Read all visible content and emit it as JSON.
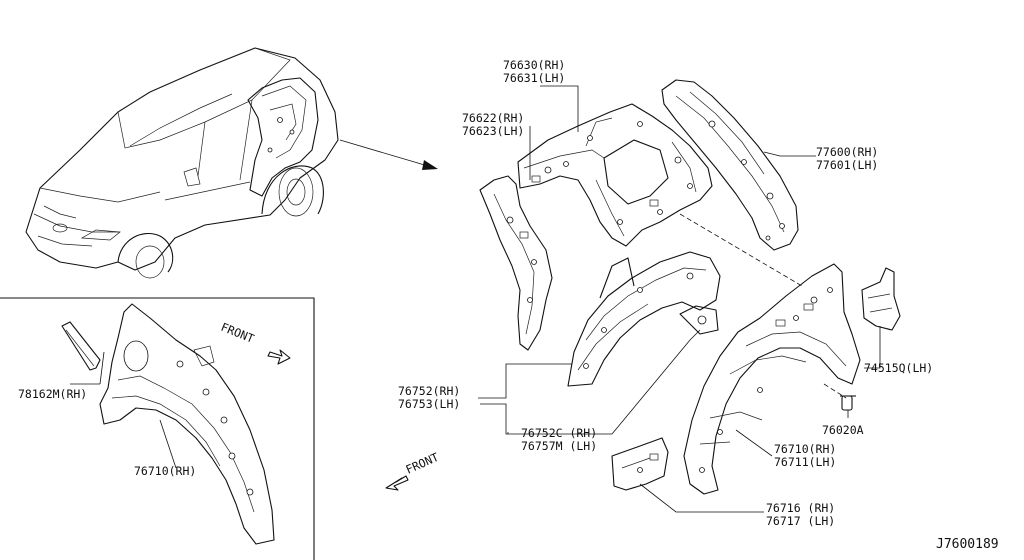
{
  "labels": {
    "p76630": "76630(RH)",
    "p76631": "76631(LH)",
    "p76622": "76622(RH)",
    "p76623": "76623(LH)",
    "p77600": "77600(RH)",
    "p77601": "77601(LH)",
    "p74515q": "74515Q(LH)",
    "p76020a": "76020A",
    "p76752": "76752(RH)",
    "p76753": "76753(LH)",
    "p76752c": "76752C (RH)",
    "p76757m": "76757M (LH)",
    "p76710_main": "76710(RH)",
    "p76711": "76711(LH)",
    "p76716": "76716 (RH)",
    "p76717": "76717 (LH)",
    "p78162m": "78162M(RH)",
    "p76710_inset": "76710(RH)",
    "front_inset": "FRONT",
    "front_main": "FRONT",
    "diagram_id": "J7600189"
  }
}
